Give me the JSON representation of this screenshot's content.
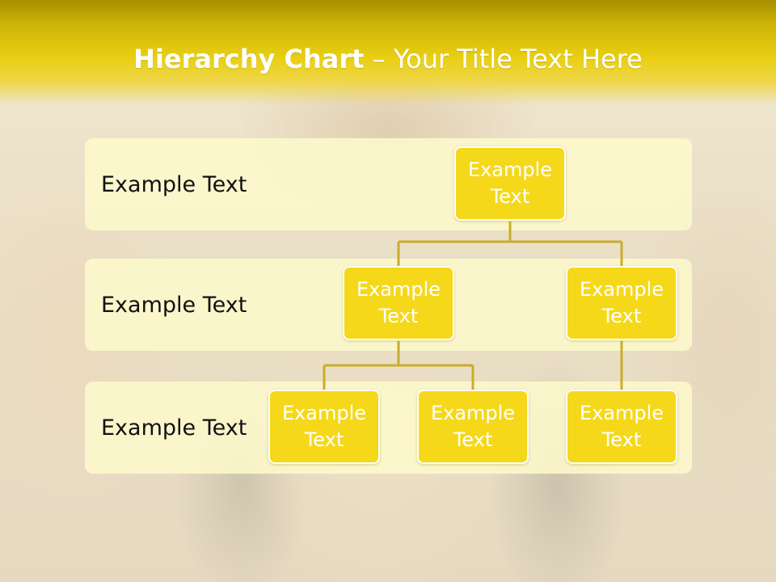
{
  "title": {
    "bold": "Hierarchy Chart",
    "rest": " – Your Title Text Here"
  },
  "levels": [
    {
      "label": "Example Text"
    },
    {
      "label": "Example Text"
    },
    {
      "label": "Example Text"
    }
  ],
  "nodes": {
    "root": "Example Text",
    "level2_left": "Example Text",
    "level2_right": "Example Text",
    "level3_left": "Example Text",
    "level3_middle": "Example Text",
    "level3_right": "Example Text"
  },
  "colors": {
    "title_bar": "#e9cf12",
    "node_fill": "#f5d81a",
    "band_fill": "#fdf9cc",
    "connector": "#c9ad2a"
  }
}
